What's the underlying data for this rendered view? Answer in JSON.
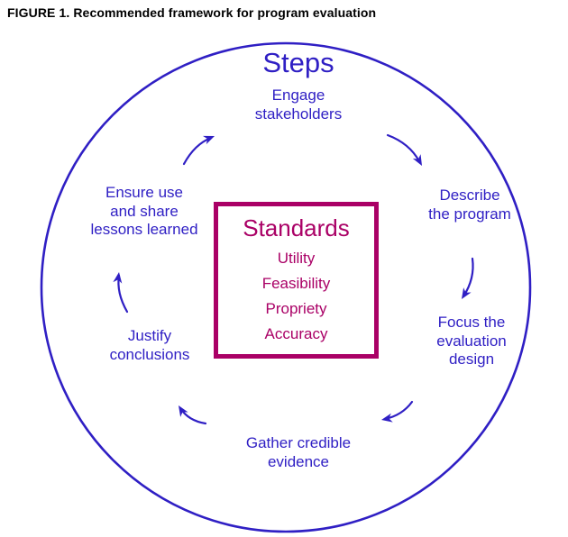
{
  "figure": {
    "title": "FIGURE 1. Recommended framework for program evaluation"
  },
  "diagram": {
    "cycle_title": "Steps",
    "steps": {
      "engage": "Engage\nstakeholders",
      "describe": "Describe\nthe program",
      "focus": "Focus the\nevaluation\ndesign",
      "gather": "Gather credible\nevidence",
      "justify": "Justify\nconclusions",
      "ensure": "Ensure use\nand share\nlessons learned"
    },
    "standards": {
      "title": "Standards",
      "items": [
        "Utility",
        "Feasibility",
        "Propriety",
        "Accuracy"
      ]
    },
    "colors": {
      "steps_blue": "#2f1fc4",
      "standards_magenta": "#aa0066"
    }
  }
}
